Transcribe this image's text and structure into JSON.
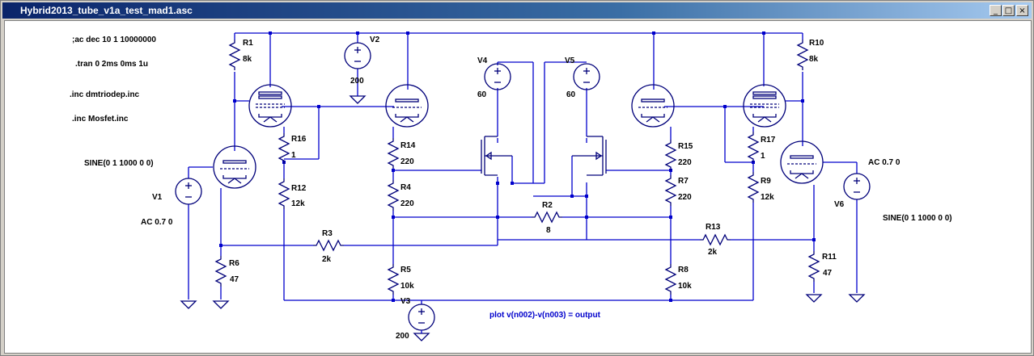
{
  "window": {
    "title": "Hybrid2013_tube_v1a_test_mad1.asc",
    "buttons": {
      "minimize": "_",
      "maximize": "□",
      "close": "×"
    }
  },
  "directives": {
    "ac": ";ac dec 10 1 10000000",
    "tran": ".tran 0 2ms 0ms 1u",
    "inc1": ".inc dmtriodep.inc",
    "inc2": ".inc Mosfet.inc",
    "plot": "plot v(n002)-v(n003) = output"
  },
  "components": {
    "R1": {
      "name": "R1",
      "value": "8k"
    },
    "R2": {
      "name": "R2",
      "value": "8"
    },
    "R3": {
      "name": "R3",
      "value": "2k"
    },
    "R4": {
      "name": "R4",
      "value": "220"
    },
    "R5": {
      "name": "R5",
      "value": "10k"
    },
    "R6": {
      "name": "R6",
      "value": "47"
    },
    "R7": {
      "name": "R7",
      "value": "220"
    },
    "R8": {
      "name": "R8",
      "value": "10k"
    },
    "R9": {
      "name": "R9",
      "value": "12k"
    },
    "R10": {
      "name": "R10",
      "value": "8k"
    },
    "R11": {
      "name": "R11",
      "value": "47"
    },
    "R12": {
      "name": "R12",
      "value": "12k"
    },
    "R13": {
      "name": "R13",
      "value": "2k"
    },
    "R14": {
      "name": "R14",
      "value": "220"
    },
    "R15": {
      "name": "R15",
      "value": "220"
    },
    "R16": {
      "name": "R16",
      "value": "1"
    },
    "R17": {
      "name": "R17",
      "value": "1"
    },
    "V1": {
      "name": "V1",
      "value": "AC 0.7 0",
      "extra": "SINE(0 1 1000 0 0)"
    },
    "V2": {
      "name": "V2",
      "value": "200"
    },
    "V3": {
      "name": "V3",
      "value": "200"
    },
    "V4": {
      "name": "V4",
      "value": "60"
    },
    "V5": {
      "name": "V5",
      "value": "60"
    },
    "V6": {
      "name": "V6",
      "value": "AC 0.7 0",
      "extra": "SINE(0 1 1000 0 0)"
    }
  },
  "colors": {
    "wire": "#0000cc",
    "symbol": "#00007a",
    "title_bar": "#0a246a",
    "canvas": "#ffffff"
  },
  "icons": [
    "triode-tube",
    "pentode-tube",
    "mosfet",
    "voltage-source",
    "resistor",
    "ground"
  ]
}
